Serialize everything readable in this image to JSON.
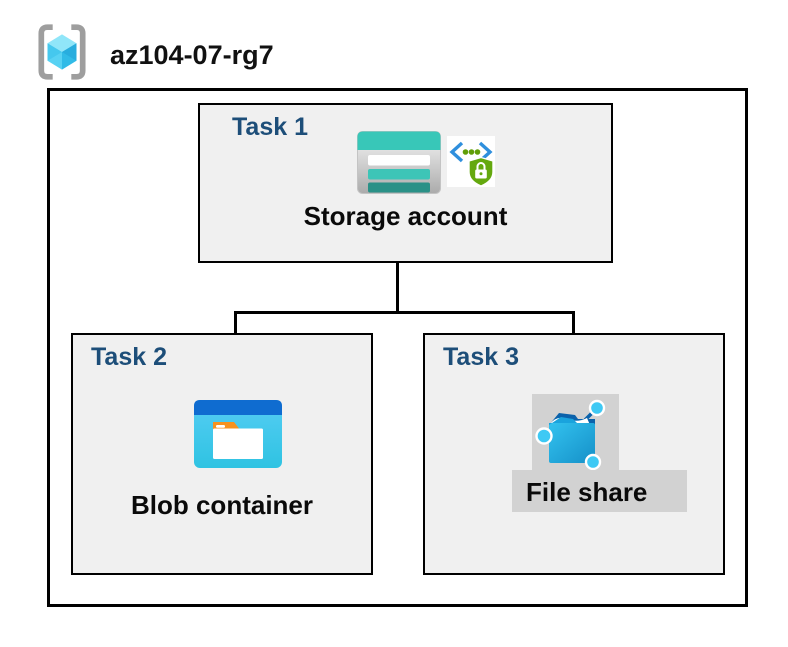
{
  "header": {
    "icon": "resource-group-icon",
    "title": "az104-07-rg7"
  },
  "resource_group": {
    "tasks": [
      {
        "label": "Task 1",
        "resource": "Storage account",
        "icons": [
          "storage-account-icon",
          "secure-access-icon"
        ]
      },
      {
        "label": "Task 2",
        "resource": "Blob container",
        "icons": [
          "blob-container-icon"
        ]
      },
      {
        "label": "Task 3",
        "resource": "File share",
        "icons": [
          "file-share-icon"
        ]
      }
    ],
    "connections": [
      {
        "from": "Storage account",
        "to": "Blob container"
      },
      {
        "from": "Storage account",
        "to": "File share"
      }
    ]
  },
  "colors": {
    "task_label": "#1d4e79",
    "task_box_fill": "#f0f0f0",
    "border": "#000000",
    "storage_teal": "#38c7b8",
    "storage_teal_dark": "#2a9187",
    "blob_titlebar_blue": "#0f6cd0",
    "blob_body_blue": "#44c9f0",
    "file_share_blue": "#29b6e8",
    "share_dot_cyan": "#3ec9f4",
    "shield_green": "#64a80e",
    "bracket_gray": "#9e9e9e",
    "cube_cyan_light": "#90e6f9",
    "highlight_gray": "#d2d2d2",
    "orange_tab": "#f6921e"
  }
}
